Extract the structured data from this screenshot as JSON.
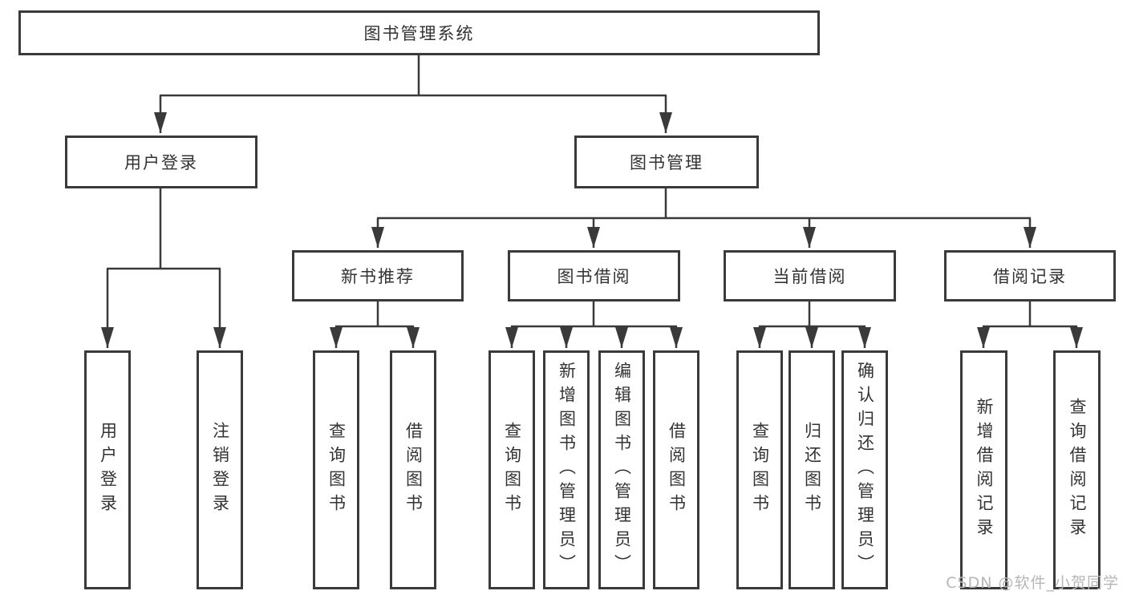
{
  "diagram": {
    "root": {
      "label": "图书管理系统"
    },
    "level2": {
      "user_login": {
        "label": "用户登录"
      },
      "book_mgmt": {
        "label": "图书管理"
      }
    },
    "level3": {
      "new_book": {
        "label": "新书推荐"
      },
      "book_borrow": {
        "label": "图书借阅"
      },
      "current_borrow": {
        "label": "当前借阅"
      },
      "borrow_records": {
        "label": "借阅记录"
      }
    },
    "leaves": {
      "login": "用户登录",
      "logout": "注销登录",
      "nb_query": "查询图书",
      "nb_borrow": "借阅图书",
      "bb_query": "查询图书",
      "bb_add": "新增图书（管理员）",
      "bb_edit": "编辑图书（管理员）",
      "bb_borrow": "借阅图书",
      "cb_query": "查询图书",
      "cb_return": "归还图书",
      "cb_confirm": "确认归还（管理员）",
      "br_add": "新增借阅记录",
      "br_query": "查询借阅记录"
    }
  },
  "watermark": "CSDN @软件_小贺同学",
  "colors": {
    "line": "#3a3a3a",
    "text": "#333333",
    "watermark": "#b6b6b6",
    "background": "#ffffff"
  }
}
